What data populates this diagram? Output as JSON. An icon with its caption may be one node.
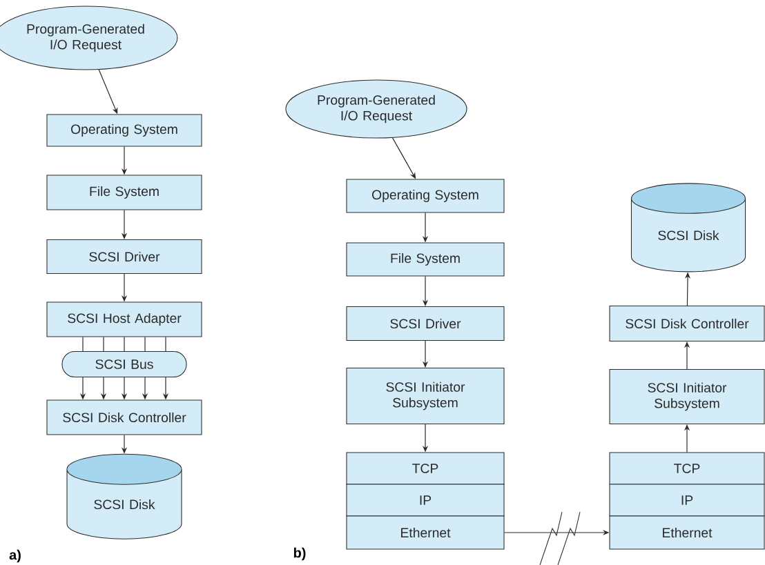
{
  "diagram": {
    "nodes": [
      {
        "text": [
          "Program-Generated I/O Request"
        ]
      },
      {
        "text": [
          "Operating System"
        ]
      },
      {
        "text": [
          "File System"
        ]
      },
      {
        "text": [
          "SCSI Driver"
        ]
      },
      {
        "text": [
          "SCSI Host Adapter"
        ]
      },
      {
        "text": [
          "SCSI Bus"
        ]
      },
      {
        "text": [
          "SCSI Disk Controller"
        ]
      },
      {
        "text": [
          "SCSI Disk"
        ]
      },
      {
        "text": [
          "Program-Generated I/O Request"
        ]
      },
      {
        "text": [
          "Operating System"
        ]
      },
      {
        "text": [
          "File System"
        ]
      },
      {
        "text": [
          "SCSI Driver"
        ]
      },
      {
        "text": [
          "SCSI Initiator Subsystem"
        ]
      },
      {
        "text": [
          "TCP"
        ]
      },
      {
        "text": [
          "IP"
        ]
      },
      {
        "text": [
          "Ethernet"
        ]
      },
      {
        "text": [
          "TCP"
        ]
      },
      {
        "text": [
          "IP"
        ]
      },
      {
        "text": [
          "Ethernet"
        ]
      },
      {
        "text": [
          "SCSI Initiator Subsystem"
        ]
      },
      {
        "text": [
          "SCSI Disk Controller"
        ]
      },
      {
        "text": [
          "SCSI Disk"
        ]
      }
    ],
    "edges": [
      {
        "from": 0,
        "to": 1,
        "arrow": "to"
      },
      {
        "from": 1,
        "to": 2,
        "arrow": "to"
      },
      {
        "from": 2,
        "to": 3,
        "arrow": "to"
      },
      {
        "from": 3,
        "to": 4,
        "arrow": "to"
      },
      {
        "from": 4,
        "to": 5,
        "arrow": "none"
      },
      {
        "from": 4,
        "to": 5,
        "arrow": "none"
      },
      {
        "from": 4,
        "to": 5,
        "arrow": "none"
      },
      {
        "from": 4,
        "to": 5,
        "arrow": "none"
      },
      {
        "from": 4,
        "to": 5,
        "arrow": "none"
      },
      {
        "from": 5,
        "to": 6,
        "arrow": "to"
      },
      {
        "from": 5,
        "to": 6,
        "arrow": "to"
      },
      {
        "from": 5,
        "to": 6,
        "arrow": "to"
      },
      {
        "from": 5,
        "to": 6,
        "arrow": "to"
      },
      {
        "from": 5,
        "to": 6,
        "arrow": "to"
      },
      {
        "from": 6,
        "to": 7,
        "arrow": "to"
      },
      {
        "from": 8,
        "to": 9,
        "arrow": "to"
      },
      {
        "from": 9,
        "to": 10,
        "arrow": "to"
      },
      {
        "from": 10,
        "to": 11,
        "arrow": "to"
      },
      {
        "from": 11,
        "to": 12,
        "arrow": "to"
      },
      {
        "from": 12,
        "to": 13,
        "arrow": "to"
      },
      {
        "from": 15,
        "to": 18,
        "arrow": "to"
      },
      {
        "from": 16,
        "to": 19,
        "arrow": "to"
      },
      {
        "from": 19,
        "to": 20,
        "arrow": "to"
      },
      {
        "from": 20,
        "to": 21,
        "arrow": "to"
      }
    ],
    "labels": [
      "a)",
      "b)"
    ]
  }
}
